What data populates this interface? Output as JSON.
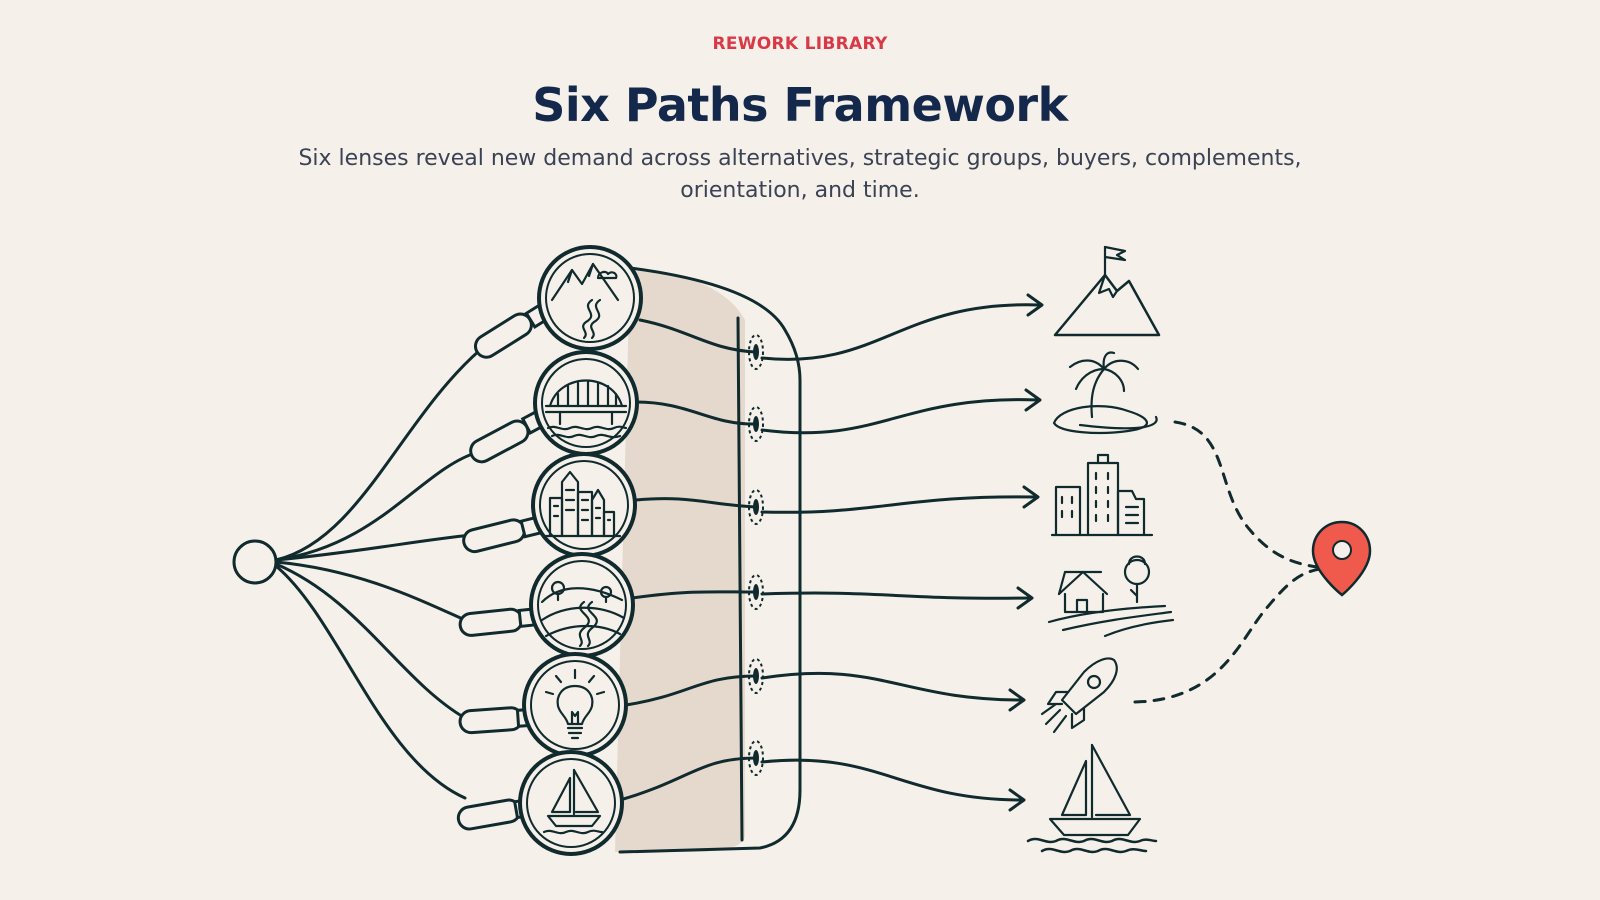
{
  "header": {
    "eyebrow": "REWORK LIBRARY",
    "title": "Six Paths Framework",
    "subtitle": "Six lenses reveal new demand across alternatives, strategic groups, buyers, complements, orientation, and time."
  },
  "colors": {
    "background": "#f5f1ea",
    "ink": "#102a2e",
    "accent": "#d93846",
    "title": "#13284a",
    "barrel": "#e4d9cc",
    "pin": "#ef5a4c"
  },
  "lenses": [
    {
      "icon": "mountain-river-icon"
    },
    {
      "icon": "bridge-icon"
    },
    {
      "icon": "city-buildings-icon"
    },
    {
      "icon": "hills-road-icon"
    },
    {
      "icon": "lightbulb-icon"
    },
    {
      "icon": "sailboat-icon"
    }
  ],
  "destinations": [
    {
      "icon": "mountain-flag-icon"
    },
    {
      "icon": "palm-island-icon"
    },
    {
      "icon": "skyline-icon"
    },
    {
      "icon": "farmhouse-icon"
    },
    {
      "icon": "rocket-icon"
    },
    {
      "icon": "sailboat-on-water-icon"
    }
  ],
  "goal": {
    "icon": "location-pin-icon"
  }
}
